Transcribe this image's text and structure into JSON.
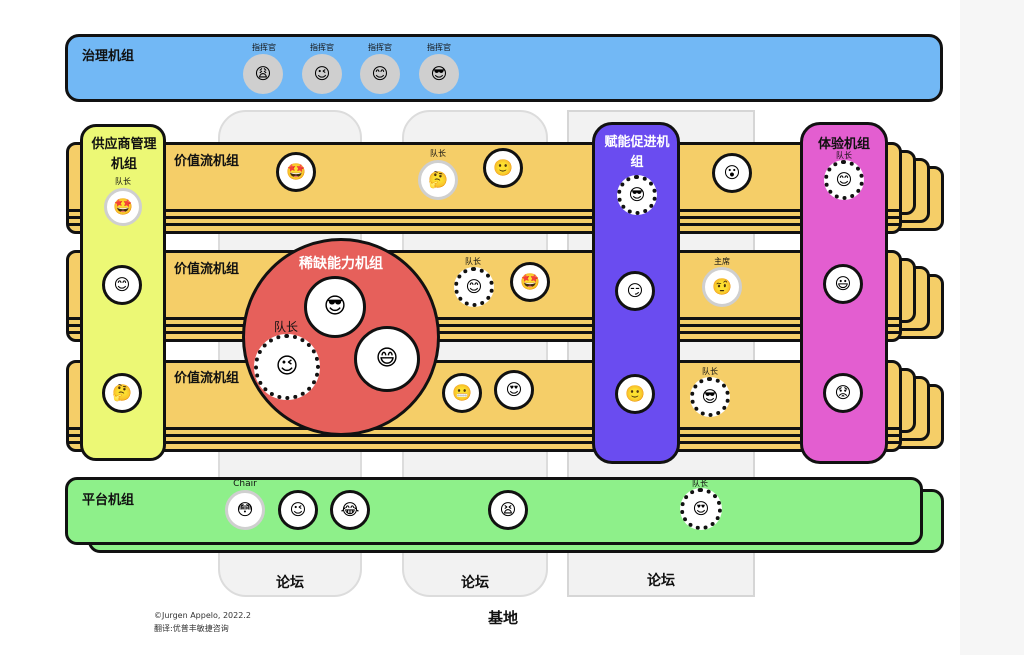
{
  "governance": {
    "title": "治理机组",
    "role": "指挥官",
    "faces": [
      "😩",
      "😉",
      "😊",
      "😎"
    ]
  },
  "supplier": {
    "title": "供应商管理机组",
    "role": "队长",
    "faces": [
      "🤩",
      "😊",
      "🤔"
    ]
  },
  "value_stream": {
    "title": "价值流机组",
    "faces": [
      "🤩",
      "🤔",
      "🙂",
      "😊",
      "😬",
      "😍"
    ]
  },
  "captain": "队长",
  "chair": "Chair",
  "chair_cn": "主席",
  "scarce": {
    "title": "稀缺能力机组",
    "role": "队长",
    "faces": [
      "😎",
      "😉",
      "😄"
    ]
  },
  "enabling": {
    "title": "赋能促进机组",
    "faces": [
      "😎",
      "😏",
      "🙂"
    ]
  },
  "experience": {
    "title": "体验机组",
    "role": "队长",
    "faces": [
      "😊",
      "😃",
      "😟"
    ]
  },
  "stream_faces_right": [
    "😮",
    "🤨",
    "😎"
  ],
  "platform": {
    "title": "平台机组",
    "faces": [
      "😳",
      "😉",
      "😂",
      "😫",
      "😍"
    ]
  },
  "forum": "论坛",
  "base": "基地",
  "credit": {
    "author": "©Jurgen Appelo, 2022.2",
    "translation": "翻译:优普丰敏捷咨询"
  },
  "colors": {
    "governance": "#72b8f5",
    "platform": "#8ef08a",
    "stream": "#f5ce68",
    "supplier": "#ecf875",
    "enabling": "#6a4cf0",
    "experience": "#e35ed0",
    "scarce": "#e6605b"
  }
}
